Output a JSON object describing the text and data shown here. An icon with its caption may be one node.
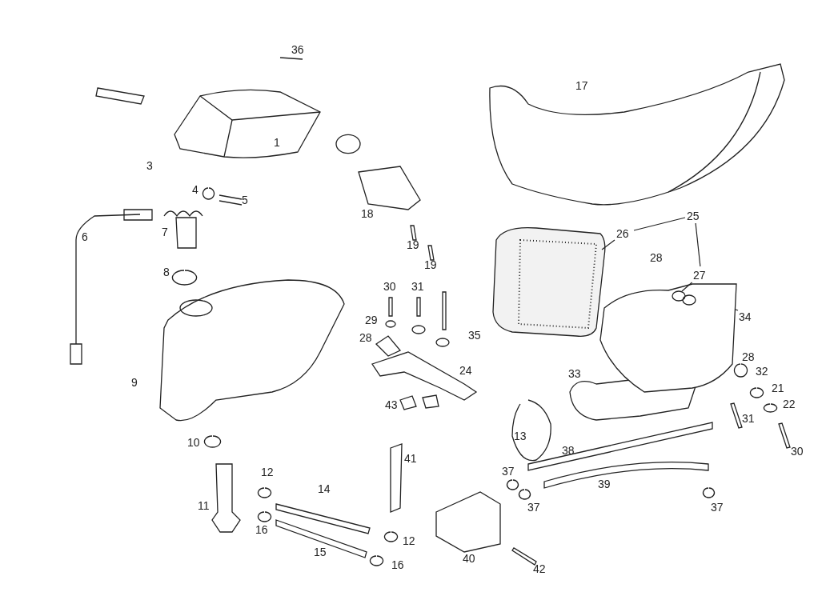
{
  "diagram": {
    "nodes": [
      {
        "text": [
          "25"
        ]
      },
      {
        "text": [
          "26"
        ]
      },
      {
        "text": [
          "27"
        ]
      },
      {
        "text": [],
        "shape": "picture"
      },
      {
        "text": [],
        "shape": "picture"
      }
    ],
    "edges": [
      {
        "from": 0,
        "to": 1,
        "arrow": "none"
      },
      {
        "from": 0,
        "to": 2,
        "arrow": "none"
      },
      {
        "from": 1,
        "to": 3,
        "arrow": "none"
      },
      {
        "from": 2,
        "to": 4,
        "arrow": "none"
      }
    ],
    "labels": [
      "36",
      "17",
      "1",
      "3",
      "4",
      "5",
      "18",
      "7",
      "6",
      "19",
      "28",
      "19",
      "8",
      "30",
      "31",
      "34",
      "29",
      "28",
      "35",
      "28",
      "24",
      "33",
      "32",
      "9",
      "21",
      "43",
      "22",
      "31",
      "13",
      "10",
      "38",
      "30",
      "41",
      "12",
      "37",
      "39",
      "14",
      "11",
      "37",
      "37",
      "16",
      "15",
      "12",
      "40",
      "16",
      "42"
    ]
  }
}
